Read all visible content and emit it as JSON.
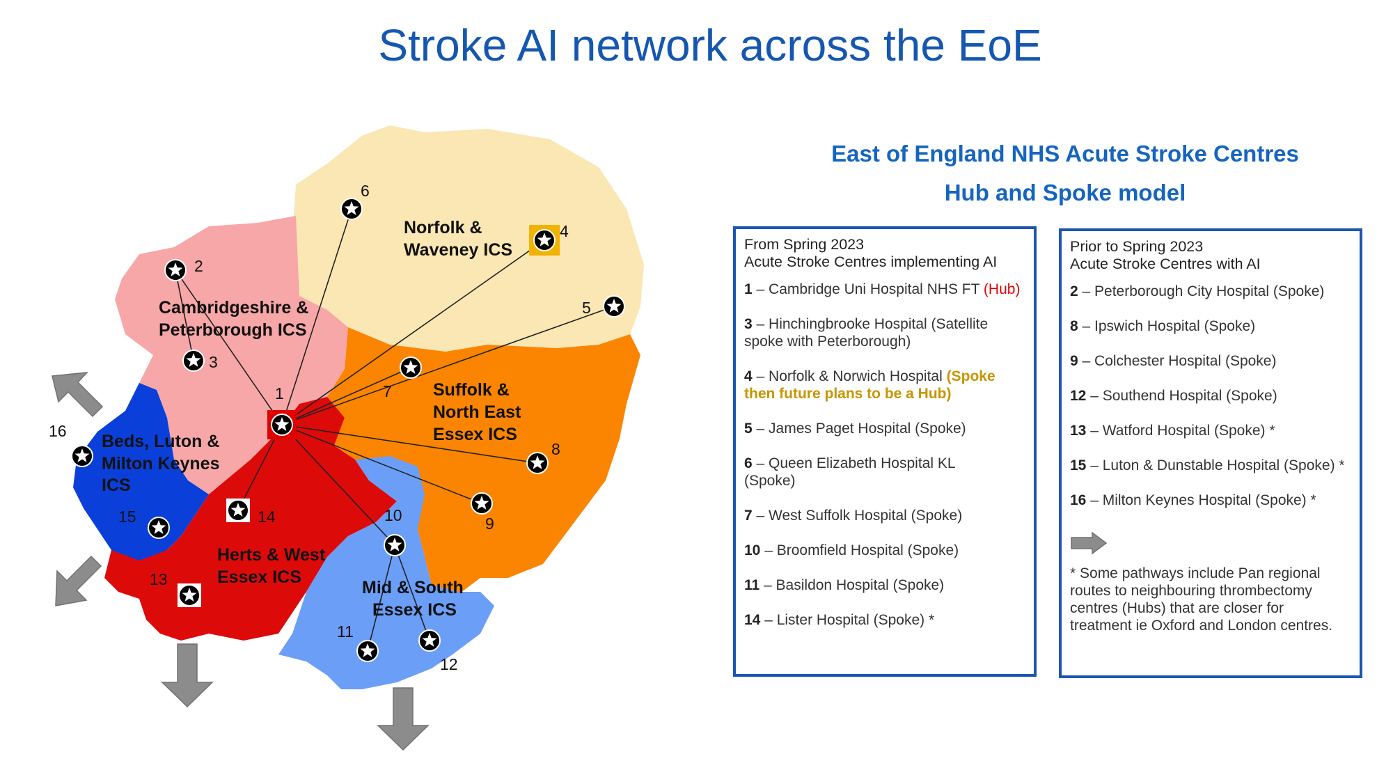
{
  "title": "Stroke AI network across the EoE",
  "subtitle1": "East of England NHS Acute Stroke Centres",
  "subtitle2": "Hub and Spoke model",
  "regions": {
    "norfolk": [
      "Norfolk &",
      "Waveney ICS"
    ],
    "cambs": [
      "Cambridgeshire &",
      "Peterborough ICS"
    ],
    "suffolk": [
      "Suffolk &",
      "North East",
      "Essex ICS"
    ],
    "beds": [
      "Beds, Luton &",
      "Milton Keynes",
      "ICS"
    ],
    "herts": [
      "Herts & West",
      "Essex ICS"
    ],
    "midsouth": [
      "Mid & South",
      "Essex ICS"
    ]
  },
  "site_labels": [
    "1",
    "2",
    "3",
    "4",
    "5",
    "6",
    "7",
    "8",
    "9",
    "10",
    "11",
    "12",
    "13",
    "14",
    "15",
    "16"
  ],
  "left_box": {
    "header1": "From Spring 2023",
    "header2": "Acute Stroke Centres implementing AI",
    "items": [
      {
        "num": "1",
        "text": " – Cambridge Uni Hospital NHS FT ",
        "hub": "(Hub)"
      },
      {
        "num": "3",
        "text": " – Hinchingbrooke Hospital (Satellite",
        "line2": "spoke with Peterborough)"
      },
      {
        "num": "4",
        "text": " – Norfolk & Norwich Hospital ",
        "gold1": "(Spoke",
        "gold2": "then future plans to be a Hub)"
      },
      {
        "num": "5",
        "text": " – James Paget Hospital (Spoke)"
      },
      {
        "num": "6",
        "text": " – Queen Elizabeth Hospital KL",
        "line2": "(Spoke)"
      },
      {
        "num": "7",
        "text": " – West Suffolk Hospital (Spoke)"
      },
      {
        "num": "10",
        "text": " – Broomfield Hospital (Spoke)"
      },
      {
        "num": "11",
        "text": " – Basildon Hospital (Spoke)"
      },
      {
        "num": "14",
        "text": " – Lister Hospital (Spoke) *"
      }
    ]
  },
  "right_box": {
    "header1": "Prior to Spring 2023",
    "header2": "Acute Stroke Centres with AI",
    "items": [
      {
        "num": "2",
        "text": " – Peterborough City Hospital (Spoke)"
      },
      {
        "num": "8",
        "text": " – Ipswich Hospital (Spoke)"
      },
      {
        "num": "9",
        "text": " – Colchester Hospital (Spoke)"
      },
      {
        "num": "12",
        "text": " – Southend Hospital (Spoke)"
      },
      {
        "num": "13",
        "text": " – Watford Hospital (Spoke) *"
      },
      {
        "num": "15",
        "text": " – Luton & Dunstable Hospital (Spoke) *"
      },
      {
        "num": "16",
        "text": " – Milton Keynes Hospital (Spoke) *"
      }
    ],
    "note": [
      "* Some pathways include Pan regional",
      "routes to neighbouring thrombectomy",
      "centres (Hubs) that are closer for",
      "treatment ie Oxford and London centres."
    ]
  },
  "colors": {
    "title": "#1557b0",
    "norfolk": "#fbe7b3",
    "cambs": "#f7a7a8",
    "suffolk": "#fb8500",
    "beds": "#0a3fd9",
    "herts": "#dd0a0a",
    "midsouth": "#6b9ef7",
    "arrow": "#8c8c8c",
    "box_border": "#1c55b3"
  }
}
